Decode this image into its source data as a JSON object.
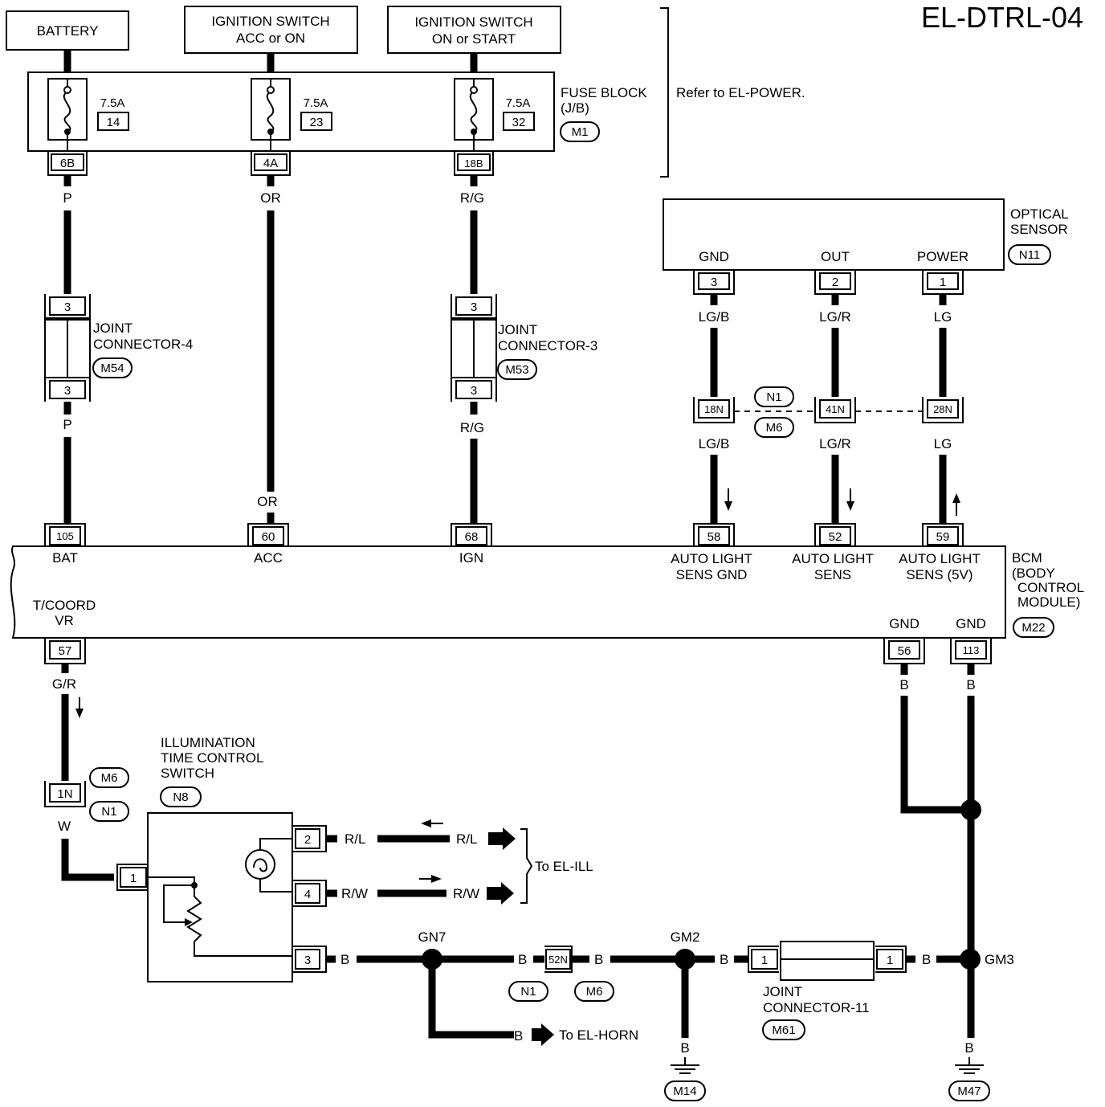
{
  "diagram_id": "EL-DTRL-04",
  "sources": {
    "battery": "BATTERY",
    "ign_acc_l1": "IGNITION SWITCH",
    "ign_acc_l2": "ACC or ON",
    "ign_on_l1": "IGNITION SWITCH",
    "ign_on_l2": "ON or START"
  },
  "fuse_block": {
    "label_l1": "FUSE BLOCK",
    "label_l2": "(J/B)",
    "connector": "M1",
    "refer_note": "Refer to EL-POWER.",
    "fuses": [
      {
        "rating": "7.5A",
        "number": "14",
        "terminal": "6B"
      },
      {
        "rating": "7.5A",
        "number": "23",
        "terminal": "4A"
      },
      {
        "rating": "7.5A",
        "number": "32",
        "terminal": "18B"
      }
    ]
  },
  "wires": {
    "p": "P",
    "or": "OR",
    "rg": "R/G",
    "lgb": "LG/B",
    "lgr": "LG/R",
    "lg": "LG",
    "gr": "G/R",
    "w": "W",
    "rl": "R/L",
    "rw": "R/W",
    "b": "B"
  },
  "joint_connector_4": {
    "l1": "JOINT",
    "l2": "CONNECTOR-4",
    "connector": "M54",
    "pin": "3"
  },
  "joint_connector_3": {
    "l1": "JOINT",
    "l2": "CONNECTOR-3",
    "connector": "M53",
    "pin": "3"
  },
  "optical_sensor": {
    "l1": "OPTICAL",
    "l2": "SENSOR",
    "connector": "N11",
    "pins": [
      {
        "name": "GND",
        "num": "3"
      },
      {
        "name": "OUT",
        "num": "2"
      },
      {
        "name": "POWER",
        "num": "1"
      }
    ]
  },
  "inline_connectors": {
    "t18n": "18N",
    "t41n": "41N",
    "t28n": "28N",
    "t1n": "1N",
    "t52n": "52N",
    "n1": "N1",
    "m6": "M6"
  },
  "bcm": {
    "l1": "BCM",
    "l2": "(BODY",
    "l3": "CONTROL",
    "l4": "MODULE)",
    "connector": "M22",
    "top_pins": [
      {
        "num": "105",
        "l1": "BAT",
        "l2": ""
      },
      {
        "num": "60",
        "l1": "ACC",
        "l2": ""
      },
      {
        "num": "68",
        "l1": "IGN",
        "l2": ""
      },
      {
        "num": "58",
        "l1": "AUTO LIGHT",
        "l2": "SENS GND"
      },
      {
        "num": "52",
        "l1": "AUTO LIGHT",
        "l2": "SENS"
      },
      {
        "num": "59",
        "l1": "AUTO LIGHT",
        "l2": "SENS (5V)"
      }
    ],
    "tcoord_l1": "T/COORD",
    "tcoord_l2": "VR",
    "tcoord_pin": "57",
    "gnd1": "GND",
    "gnd1_pin": "56",
    "gnd2": "GND",
    "gnd2_pin": "113"
  },
  "switch": {
    "l1": "ILLUMINATION",
    "l2": "TIME CONTROL",
    "l3": "SWITCH",
    "connector": "N8",
    "pins": [
      "1",
      "2",
      "4",
      "3"
    ]
  },
  "to_el_ill": "To EL-ILL",
  "to_el_horn": "To EL-HORN",
  "ground_points": {
    "gn7": "GN7",
    "gm2": "GM2",
    "gm3": "GM3",
    "m14": "M14",
    "m47": "M47"
  },
  "joint_connector_11": {
    "l1": "JOINT",
    "l2": "CONNECTOR-11",
    "connector": "M61",
    "pin": "1"
  }
}
